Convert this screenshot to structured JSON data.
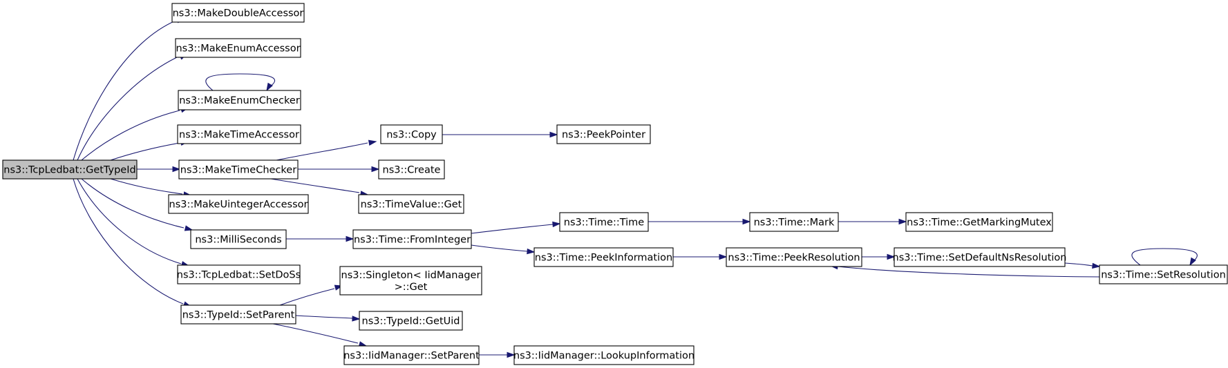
{
  "diagram": {
    "colors": {
      "edge": "#191970",
      "root_fill": "#bfbfbf",
      "node_fill": "#ffffff",
      "border": "#000000"
    },
    "nodes": [
      {
        "id": "root",
        "lines": [
          "ns3::TcpLedbat::GetTypeId"
        ]
      },
      {
        "id": "makeDoubleAccessor",
        "lines": [
          "ns3::MakeDoubleAccessor"
        ]
      },
      {
        "id": "makeEnumAccessor",
        "lines": [
          "ns3::MakeEnumAccessor"
        ]
      },
      {
        "id": "makeEnumChecker",
        "lines": [
          "ns3::MakeEnumChecker"
        ]
      },
      {
        "id": "makeTimeAccessor",
        "lines": [
          "ns3::MakeTimeAccessor"
        ]
      },
      {
        "id": "makeTimeChecker",
        "lines": [
          "ns3::MakeTimeChecker"
        ]
      },
      {
        "id": "makeUintegerAccessor",
        "lines": [
          "ns3::MakeUintegerAccessor"
        ]
      },
      {
        "id": "milliSeconds",
        "lines": [
          "ns3::MilliSeconds"
        ]
      },
      {
        "id": "setDoSs",
        "lines": [
          "ns3::TcpLedbat::SetDoSs"
        ]
      },
      {
        "id": "typeIdSetParent",
        "lines": [
          "ns3::TypeId::SetParent"
        ]
      },
      {
        "id": "copy",
        "lines": [
          "ns3::Copy"
        ]
      },
      {
        "id": "peekPointer",
        "lines": [
          "ns3::PeekPointer"
        ]
      },
      {
        "id": "create",
        "lines": [
          "ns3::Create"
        ]
      },
      {
        "id": "timeValueGet",
        "lines": [
          "ns3::TimeValue::Get"
        ]
      },
      {
        "id": "fromInteger",
        "lines": [
          "ns3::Time::FromInteger"
        ]
      },
      {
        "id": "timeTime",
        "lines": [
          "ns3::Time::Time"
        ]
      },
      {
        "id": "timeMark",
        "lines": [
          "ns3::Time::Mark"
        ]
      },
      {
        "id": "getMarkingMutex",
        "lines": [
          "ns3::Time::GetMarkingMutex"
        ]
      },
      {
        "id": "peekInformation",
        "lines": [
          "ns3::Time::PeekInformation"
        ]
      },
      {
        "id": "peekResolution",
        "lines": [
          "ns3::Time::PeekResolution"
        ]
      },
      {
        "id": "setDefaultNsResolution",
        "lines": [
          "ns3::Time::SetDefaultNsResolution"
        ]
      },
      {
        "id": "setResolution",
        "lines": [
          "ns3::Time::SetResolution"
        ]
      },
      {
        "id": "singletonGet",
        "lines": [
          "ns3::Singleton< IidManager",
          ">::Get"
        ]
      },
      {
        "id": "getUid",
        "lines": [
          "ns3::TypeId::GetUid"
        ]
      },
      {
        "id": "iidSetParent",
        "lines": [
          "ns3::IidManager::SetParent"
        ]
      },
      {
        "id": "lookupInformation",
        "lines": [
          "ns3::IidManager::LookupInformation"
        ]
      }
    ],
    "edges": [
      [
        "root",
        "makeDoubleAccessor"
      ],
      [
        "root",
        "makeEnumAccessor"
      ],
      [
        "root",
        "makeEnumChecker"
      ],
      [
        "makeEnumChecker",
        "makeEnumChecker"
      ],
      [
        "root",
        "makeTimeAccessor"
      ],
      [
        "root",
        "makeTimeChecker"
      ],
      [
        "root",
        "makeUintegerAccessor"
      ],
      [
        "root",
        "milliSeconds"
      ],
      [
        "root",
        "setDoSs"
      ],
      [
        "root",
        "typeIdSetParent"
      ],
      [
        "makeTimeChecker",
        "copy"
      ],
      [
        "makeTimeChecker",
        "create"
      ],
      [
        "makeTimeChecker",
        "timeValueGet"
      ],
      [
        "copy",
        "peekPointer"
      ],
      [
        "milliSeconds",
        "fromInteger"
      ],
      [
        "fromInteger",
        "timeTime"
      ],
      [
        "fromInteger",
        "peekInformation"
      ],
      [
        "timeTime",
        "timeMark"
      ],
      [
        "timeMark",
        "getMarkingMutex"
      ],
      [
        "peekInformation",
        "peekResolution"
      ],
      [
        "peekResolution",
        "setDefaultNsResolution"
      ],
      [
        "setDefaultNsResolution",
        "setResolution"
      ],
      [
        "setResolution",
        "peekResolution"
      ],
      [
        "setResolution",
        "setResolution"
      ],
      [
        "typeIdSetParent",
        "singletonGet"
      ],
      [
        "typeIdSetParent",
        "getUid"
      ],
      [
        "typeIdSetParent",
        "iidSetParent"
      ],
      [
        "iidSetParent",
        "lookupInformation"
      ]
    ]
  }
}
